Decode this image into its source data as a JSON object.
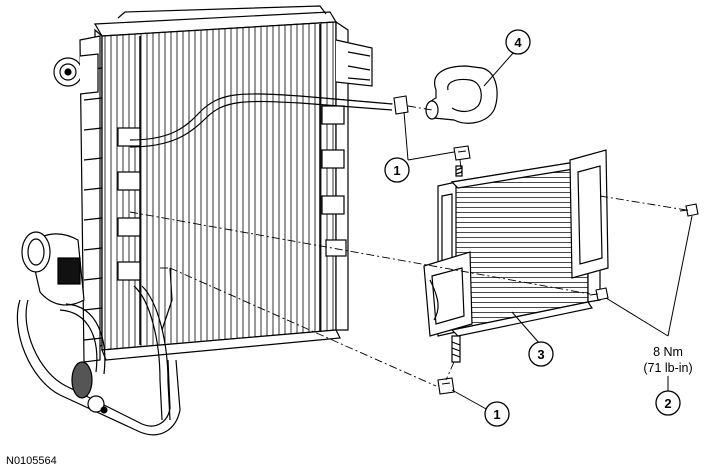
{
  "figure": {
    "id": "N0105564",
    "callouts": [
      {
        "number": "1"
      },
      {
        "number": "1"
      },
      {
        "number": "2"
      },
      {
        "number": "3"
      },
      {
        "number": "4"
      }
    ],
    "torque_spec": {
      "metric": "8 Nm",
      "imperial": "(71 lb-in)"
    }
  }
}
